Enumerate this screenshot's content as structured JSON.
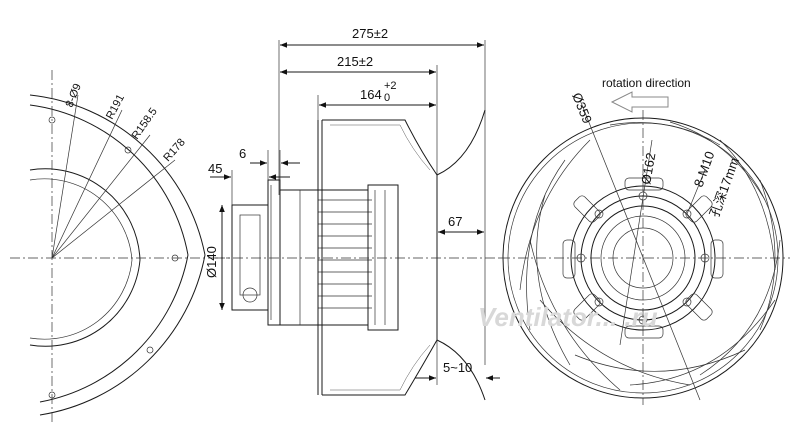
{
  "drawing": {
    "dimensions": {
      "overall_length": "275±2",
      "length_215": "215±2",
      "length_164": "164",
      "length_164_tol_upper": "+2",
      "length_164_tol_lower": "0",
      "flange_45": "45",
      "flange_6": "6",
      "hub_dia": "Ø140",
      "gap_67": "67",
      "gap_5_10": "5~10",
      "outer_dia": "Ø359",
      "bolt_circle_dia": "Ø162",
      "holes_8_phi9": "8-Ø9",
      "radius_191": "R191",
      "radius_158_5": "R158.5",
      "radius_178": "R178",
      "threads_label": "8-M10",
      "thread_depth_label": "孔深17mm"
    },
    "rotation_label": "rotation direction",
    "watermark": "Ventilator... .ru"
  },
  "colors": {
    "line": "#1a1a1a",
    "watermark": "#d8d8d8",
    "background": "#ffffff"
  }
}
